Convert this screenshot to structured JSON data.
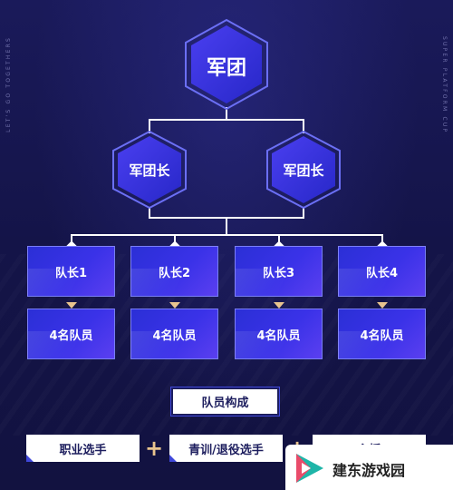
{
  "side_text": {
    "left": "LET'S GO TOGETHERS",
    "right": "SUPER PLATFORM CUP"
  },
  "org": {
    "root": "军团",
    "commanders": [
      "军团长",
      "军团长"
    ],
    "captains": [
      "队长1",
      "队长2",
      "队长3",
      "队长4"
    ],
    "members": [
      "4名队员",
      "4名队员",
      "4名队员",
      "4名队员"
    ]
  },
  "composition": {
    "title": "队员构成",
    "items": [
      "职业选手",
      "青训/退役选手",
      "主播"
    ],
    "plus": "+"
  },
  "watermark": {
    "text": "建东游戏园"
  },
  "colors": {
    "background": "#15164a",
    "accent": "#3a32e8",
    "gold": "#e9c48e"
  }
}
